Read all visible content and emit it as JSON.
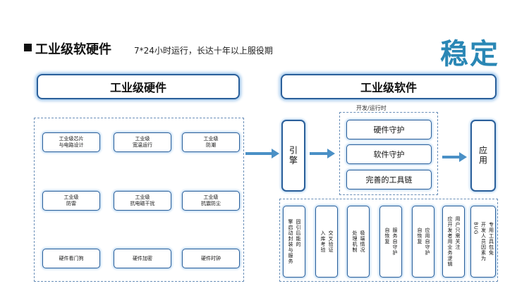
{
  "header": {
    "title": "工业级软硬件",
    "subtitle": "7*24小时运行，长达十年以上服役期",
    "highlight": "稳定"
  },
  "hardware": {
    "header": "工业级硬件",
    "items": [
      "工业级芯片\n与电路设计",
      "工业级\n宽温运行",
      "工业级\n防潮",
      "工业级\n防雷",
      "工业级\n抗电磁干扰",
      "工业级\n抗震防尘",
      "硬件看门狗",
      "硬件加密",
      "硬件时钟"
    ]
  },
  "software": {
    "header": "工业级软件",
    "engine": "引擎",
    "app": "应用",
    "dev_run_label": "开发/运行时",
    "middle": [
      "硬件守护",
      "软件守护",
      "完善的工具链"
    ],
    "columns": [
      "固引后能的\n擎启动封装与服务",
      "交叉验证\n入库考验",
      "极端情况\n处理机制",
      "服务自守护\n自恢复",
      "应用自守护\n自恢复",
      "用户只需关注\n应开发者用业务逻辑",
      "专用工具包免\n开发人员因素为\nBUG"
    ]
  }
}
